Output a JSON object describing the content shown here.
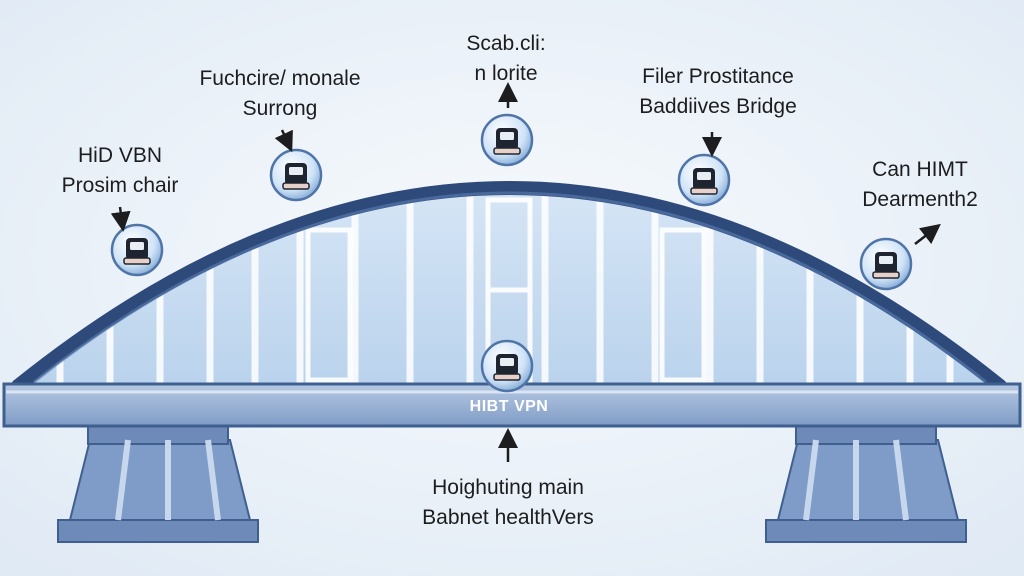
{
  "colors": {
    "background": "#eaf1f8",
    "arch": "#2e4a7a",
    "deck": "#8aa5cc",
    "deck_edge": "#3f5f8f",
    "pillar": "#6f8cbc",
    "glass": "#c9def2",
    "node": "#cfe3f7"
  },
  "deck": {
    "label": "HIBT VPN"
  },
  "labels": [
    {
      "id": "hid-vbn",
      "lines": [
        "HiD VBN",
        "Prosim chair"
      ],
      "arrow": "down"
    },
    {
      "id": "fuchcire",
      "lines": [
        "Fuchcire/ monale",
        "Surrong"
      ],
      "arrow": "down"
    },
    {
      "id": "scab",
      "lines": [
        "Scab.cli:",
        "n lorite"
      ],
      "arrow": "up"
    },
    {
      "id": "filer",
      "lines": [
        "Filer Prostitance",
        "Baddiives Bridge"
      ],
      "arrow": "down"
    },
    {
      "id": "can-himt",
      "lines": [
        "Can HIMT",
        "Dearmenth2"
      ],
      "arrow": "up-right"
    },
    {
      "id": "hoighuting",
      "lines": [
        "Hoighuting main",
        "Babnet healthVers"
      ],
      "arrow": "up"
    }
  ],
  "nodes": [
    {
      "id": "node-1",
      "icon": "server-icon"
    },
    {
      "id": "node-2",
      "icon": "server-icon"
    },
    {
      "id": "node-3",
      "icon": "server-icon"
    },
    {
      "id": "node-4",
      "icon": "server-icon"
    },
    {
      "id": "node-5",
      "icon": "server-icon"
    },
    {
      "id": "node-6",
      "icon": "server-icon"
    }
  ]
}
